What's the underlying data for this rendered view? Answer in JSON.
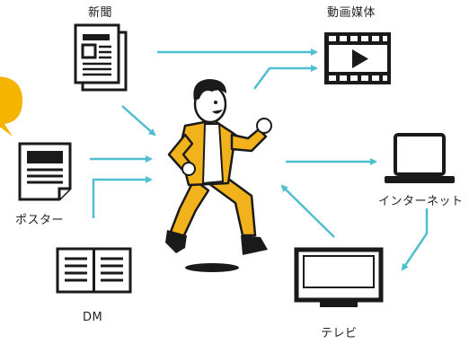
{
  "labels": {
    "newspaper": "新聞",
    "video": "動画媒体",
    "poster": "ポスター",
    "internet": "インターネット",
    "dm": "DM",
    "tv": "テレビ"
  },
  "colors": {
    "arrow": "#4fbfd0",
    "ink": "#1a1a1a",
    "jacket": "#f2b21c",
    "speech_bubble": "#f5b400"
  }
}
